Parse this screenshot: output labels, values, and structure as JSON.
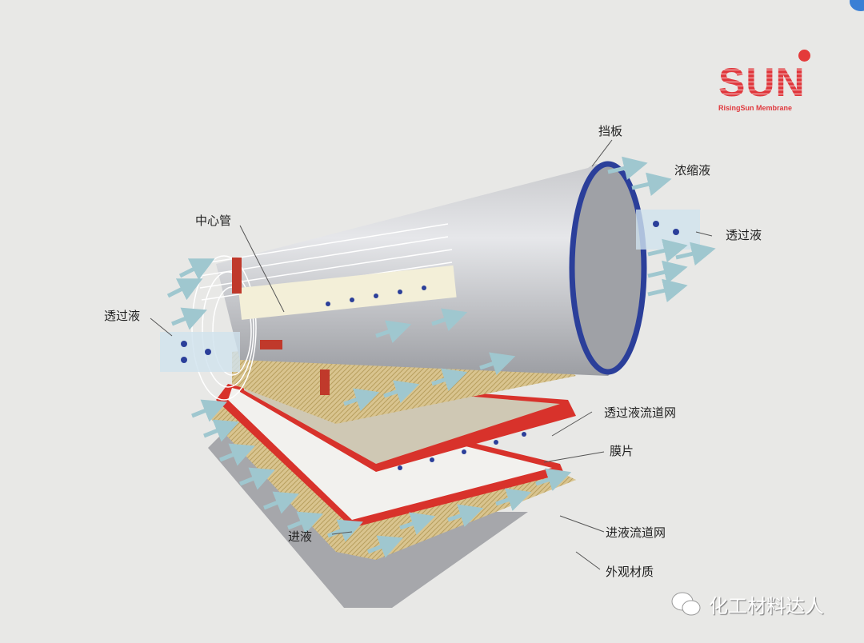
{
  "logo": {
    "brand": "SUN",
    "subtitle": "RisingSun Membrane"
  },
  "labels": {
    "baffle": "挡板",
    "concentrate": "浓缩液",
    "permeate_right": "透过液",
    "center_tube": "中心管",
    "permeate_left": "透过液",
    "permeate_spacer": "透过液流道网",
    "membrane_sheet": "膜片",
    "feed": "进液",
    "feed_spacer": "进液流道网",
    "outer_wrap": "外观材质"
  },
  "watermark": {
    "text": "化工材料达人"
  },
  "colors": {
    "red": "#d8322b",
    "blue_ring": "#2b3f9a",
    "arrow": "#9fc7cf",
    "mesh": "#d9c48f",
    "logo": "#e0393e"
  }
}
